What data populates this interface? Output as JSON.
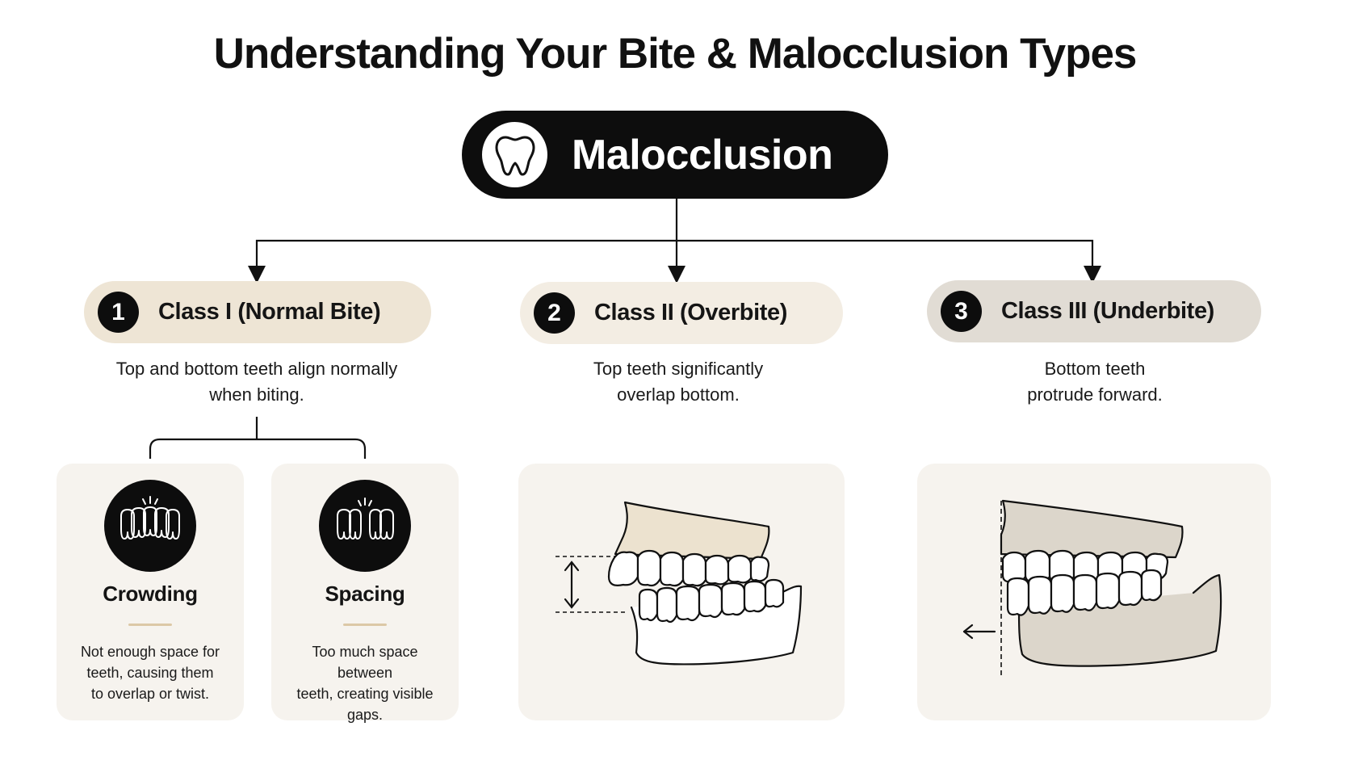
{
  "title": "Understanding Your Bite & Malocclusion Types",
  "root": {
    "label": "Malocclusion",
    "icon": "tooth-icon"
  },
  "classes": [
    {
      "number": "1",
      "label": "Class I (Normal Bite)",
      "color": "#eee5d5",
      "description_lines": [
        "Top and bottom teeth align normally",
        "when biting."
      ],
      "subtypes": [
        {
          "title": "Crowding",
          "icon": "crowded-teeth-icon",
          "description_lines": [
            "Not enough space for",
            "teeth, causing them",
            "to overlap or twist."
          ]
        },
        {
          "title": "Spacing",
          "icon": "spaced-teeth-icon",
          "description_lines": [
            "Too much space between",
            "teeth, creating visible",
            "gaps."
          ]
        }
      ]
    },
    {
      "number": "2",
      "label": "Class II (Overbite)",
      "color": "#f3ede3",
      "description_lines": [
        "Top teeth significantly",
        "overlap bottom."
      ],
      "illustration": "overbite-jaw-illustration"
    },
    {
      "number": "3",
      "label": "Class III (Underbite)",
      "color": "#e1dcd4",
      "description_lines": [
        "Bottom teeth",
        "protrude forward."
      ],
      "illustration": "underbite-jaw-illustration"
    }
  ],
  "colors": {
    "ink": "#0d0d0d",
    "card": "#f6f3ee",
    "accent_rule": "#dcc8a6"
  }
}
